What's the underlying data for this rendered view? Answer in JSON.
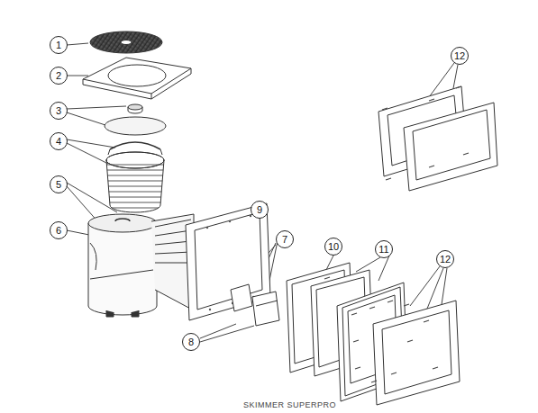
{
  "diagram": {
    "caption": "SKIMMER SUPERPRO",
    "labels": [
      "1",
      "2",
      "3",
      "4",
      "5",
      "6",
      "9",
      "7",
      "8",
      "10",
      "11",
      "12",
      "12"
    ]
  }
}
